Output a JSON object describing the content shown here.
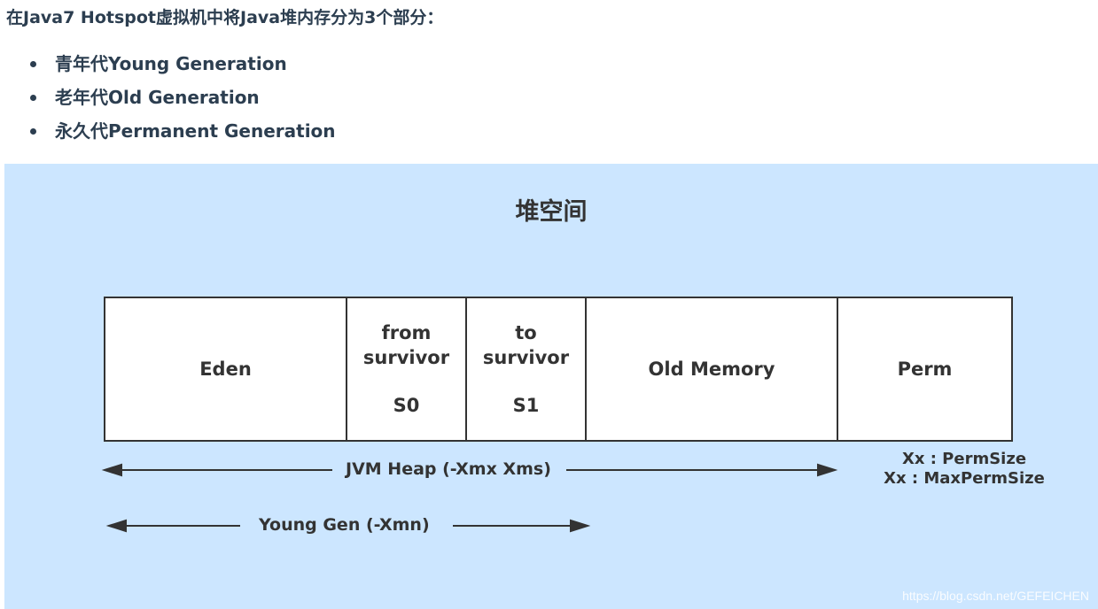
{
  "intro": "在Java7 Hotspot虚拟机中将Java堆内存分为3个部分：",
  "generations": [
    {
      "label": "青年代Young Generation"
    },
    {
      "label": "老年代Old Generation"
    },
    {
      "label": "永久代Permanent Generation"
    }
  ],
  "figure": {
    "title": "堆空间",
    "segments": {
      "eden": "Eden",
      "s0_top": "from survivor",
      "s0_id": "S0",
      "s1_top": "to survivor",
      "s1_id": "S1",
      "old": "Old Memory",
      "perm": "Perm"
    },
    "jvm_heap_label": "JVM Heap (-Xmx Xms)",
    "young_gen_label": "Young Gen (-Xmn)",
    "perm_opts": [
      "Xx : PermSize",
      "Xx : MaxPermSize"
    ],
    "watermark": "https://blog.csdn.net/GEFEICHEN",
    "colors": {
      "background": "#cce6ff",
      "box_fill": "#ffffff",
      "stroke": "#333333"
    }
  }
}
